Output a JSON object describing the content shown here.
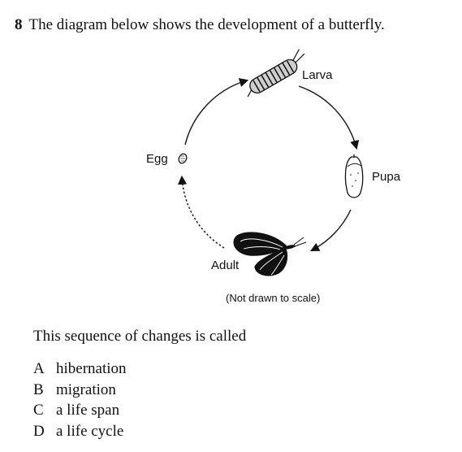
{
  "question": {
    "number": "8",
    "text": "The diagram below shows the development of a butterfly."
  },
  "diagram": {
    "labels": {
      "egg": "Egg",
      "larva": "Larva",
      "pupa": "Pupa",
      "adult": "Adult"
    },
    "note": "(Not drawn to scale)"
  },
  "stem": "This sequence of changes is called",
  "choices": [
    {
      "letter": "A",
      "text": "hibernation"
    },
    {
      "letter": "B",
      "text": "migration"
    },
    {
      "letter": "C",
      "text": "a life span"
    },
    {
      "letter": "D",
      "text": "a life cycle"
    }
  ]
}
